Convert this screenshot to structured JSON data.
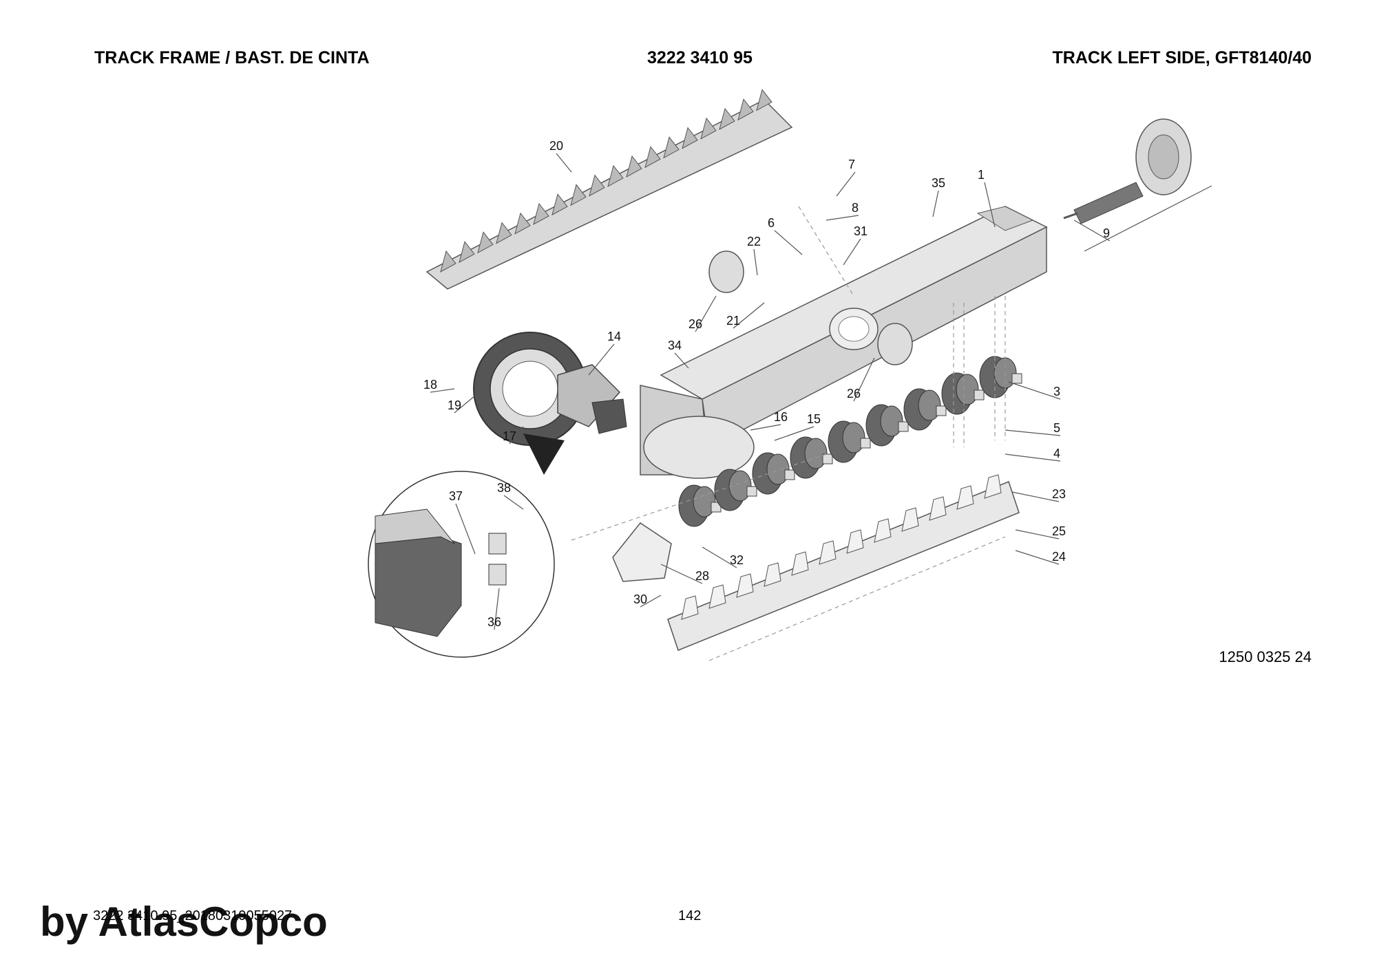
{
  "header": {
    "left": "TRACK FRAME / BAST. DE CINTA",
    "center": "3222 3410 95",
    "right": "TRACK LEFT SIDE, GFT8140/40"
  },
  "callouts": [
    "1",
    "3",
    "4",
    "5",
    "6",
    "7",
    "8",
    "9",
    "14",
    "15",
    "16",
    "17",
    "18",
    "19",
    "20",
    "21",
    "22",
    "23",
    "24",
    "25",
    "26",
    "26",
    "28",
    "30",
    "31",
    "32",
    "34",
    "35",
    "36",
    "37",
    "38"
  ],
  "drawing_number": "1250 0325 24",
  "footer": {
    "doc_id": "3222 3410 95_20180319055027",
    "page": "142"
  },
  "watermark": "by AtlasCopco"
}
